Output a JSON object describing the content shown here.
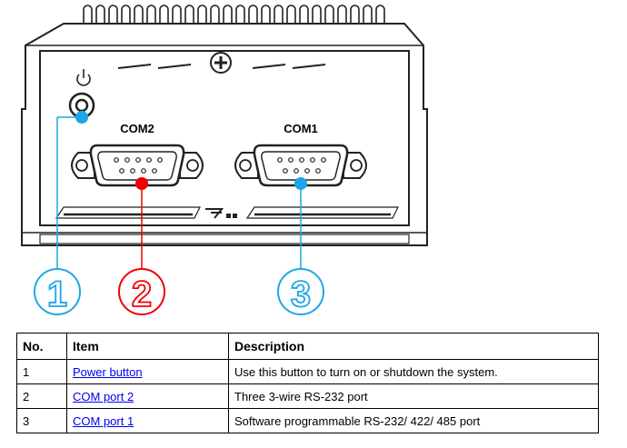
{
  "device": {
    "ports": [
      {
        "label": "COM2"
      },
      {
        "label": "COM1"
      }
    ]
  },
  "callouts": [
    {
      "number": "1",
      "color": "#1ea7e6"
    },
    {
      "number": "2",
      "color": "#f00000"
    },
    {
      "number": "3",
      "color": "#1ea7e6"
    }
  ],
  "table": {
    "headers": {
      "no": "No.",
      "item": "Item",
      "description": "Description"
    },
    "rows": [
      {
        "no": "1",
        "item": "Power button",
        "description": "Use this button to turn on or shutdown the system."
      },
      {
        "no": "2",
        "item": "COM port 2",
        "description": "Three 3-wire RS-232 port"
      },
      {
        "no": "3",
        "item": "COM port 1",
        "description": "Software programmable RS-232/ 422/ 485 port"
      }
    ]
  }
}
